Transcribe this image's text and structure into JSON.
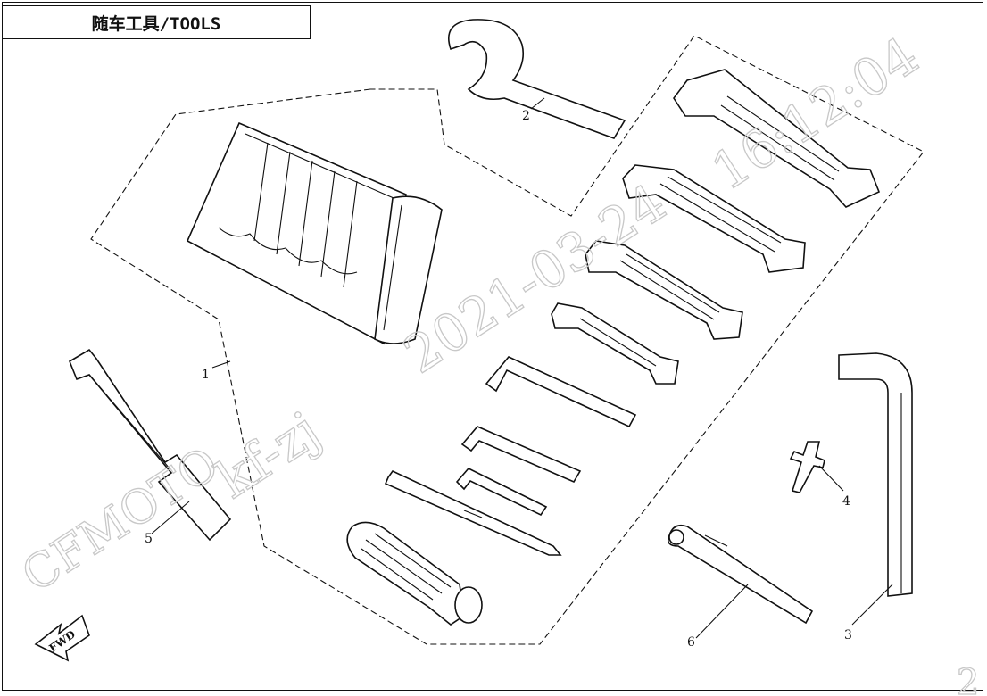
{
  "title": "随车工具/TOOLS",
  "callouts": [
    "1",
    "2",
    "3",
    "4",
    "5",
    "6"
  ],
  "watermark": {
    "brand": "CFMOTO",
    "user": "kf-zj",
    "date": "2021-03-24",
    "time": "16:12:04"
  },
  "fwd_label": "FWD",
  "corner_mark": "2"
}
